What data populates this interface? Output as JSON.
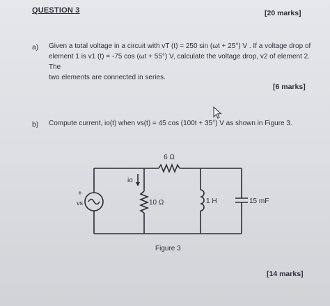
{
  "question": {
    "title": "QUESTION 3",
    "total_marks": "[20 marks]"
  },
  "part_a": {
    "label": "a)",
    "line1": "Given a total voltage in a circuit with vT (t) = 250 sin (ωt + 25°) V . If a voltage drop of",
    "line2": "element 1 is v1 (t) = -75 cos (ωt + 55°) V, calculate the voltage drop, v2 of element 2. The",
    "line3": "two elements are connected in series.",
    "marks": "[6 marks]"
  },
  "part_b": {
    "label": "b)",
    "text": "Compute current, io(t) when vs(t) = 45 cos (100t + 35°) V as shown in Figure 3.",
    "marks": "[14 marks]"
  },
  "figure": {
    "caption": "Figure 3",
    "resistor_top": "6 Ω",
    "current_label": "io",
    "source_plus": "+",
    "source_label": "vs",
    "resistor_mid": "10 Ω",
    "inductor": "1 H",
    "capacitor": "15 mF"
  }
}
